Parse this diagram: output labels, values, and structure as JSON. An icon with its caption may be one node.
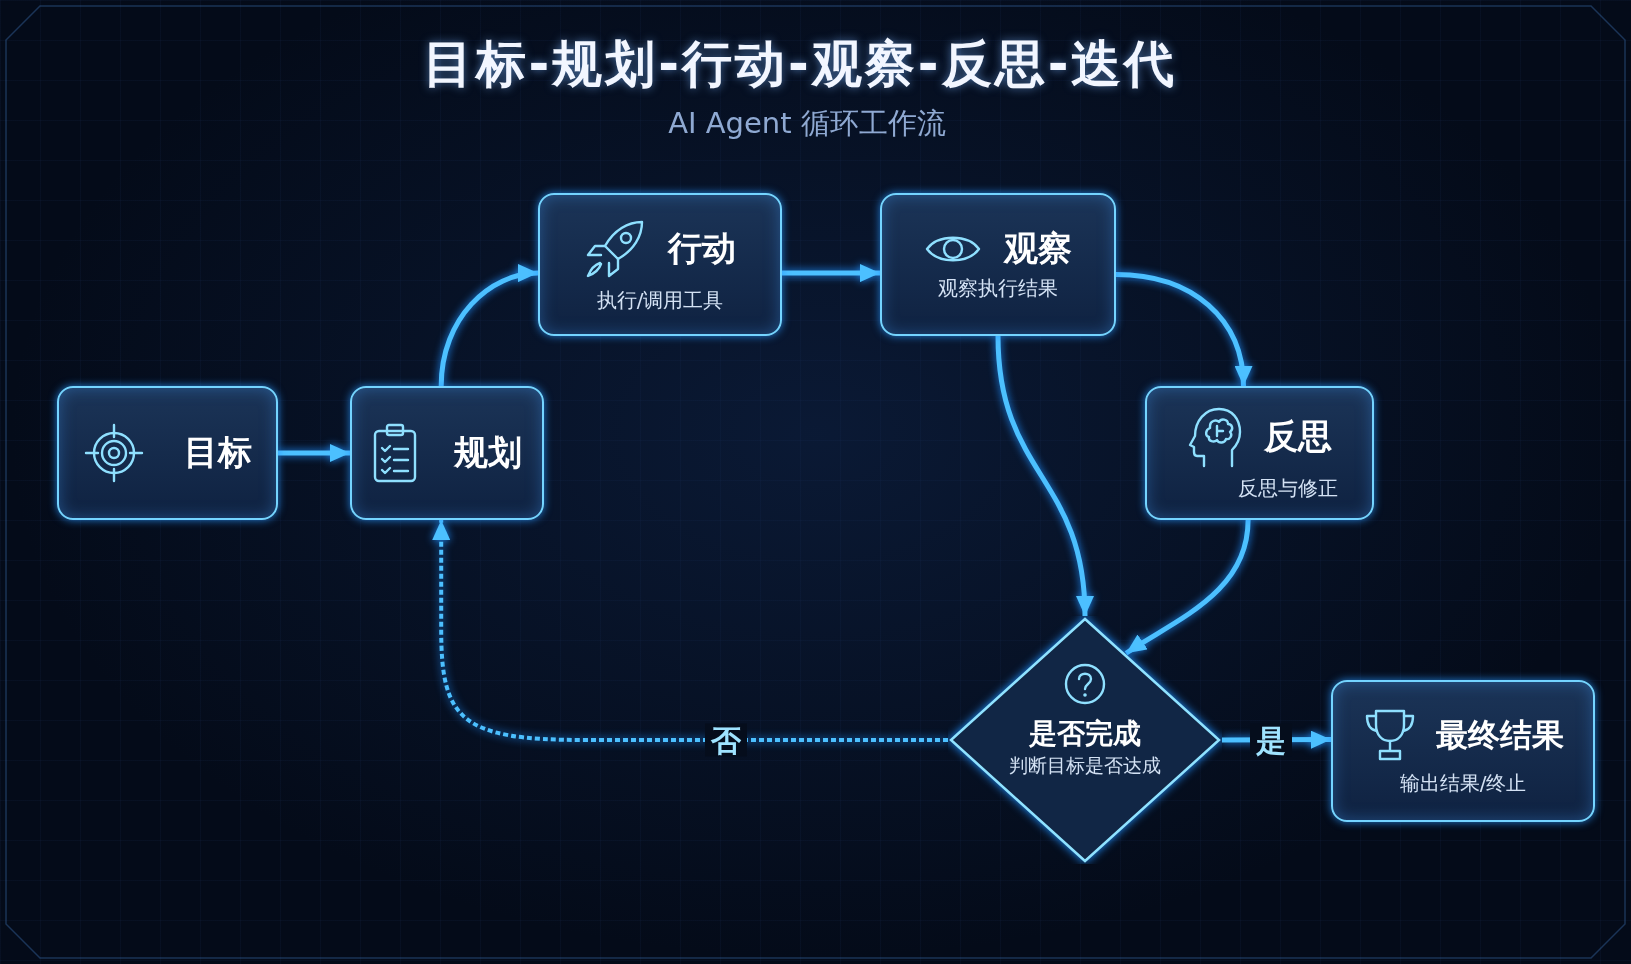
{
  "diagram": {
    "title": "目标-规划-行动-观察-反思-迭代",
    "nodes": [
      {
        "text": [
          "目标"
        ]
      },
      {
        "text": [
          "规划"
        ]
      },
      {
        "text": [
          "行动",
          "执行/调用工具"
        ]
      },
      {
        "text": [
          "观察",
          "观察执行结果"
        ]
      },
      {
        "text": [
          "反思",
          "反思与修正"
        ]
      },
      {
        "text": [
          "是否完成",
          "判断目标是否达成"
        ]
      },
      {
        "text": [
          "最终结果",
          "输出结果/终止"
        ]
      }
    ],
    "edges": [
      {
        "from": 0,
        "to": 1,
        "arrow": "to"
      },
      {
        "from": 1,
        "to": 2,
        "arrow": "to"
      },
      {
        "from": 2,
        "to": 3,
        "arrow": "to"
      },
      {
        "from": 3,
        "to": 4,
        "arrow": "to"
      },
      {
        "from": 3,
        "to": 5,
        "arrow": "to"
      },
      {
        "from": 4,
        "to": 5,
        "arrow": "to"
      },
      {
        "from": 5,
        "to": 1,
        "arrow": "to",
        "label": "否",
        "style": "dashed"
      },
      {
        "from": 5,
        "to": 6,
        "arrow": "to",
        "label": "是"
      }
    ],
    "labels": [
      "AI Agent 循环工作流"
    ]
  }
}
